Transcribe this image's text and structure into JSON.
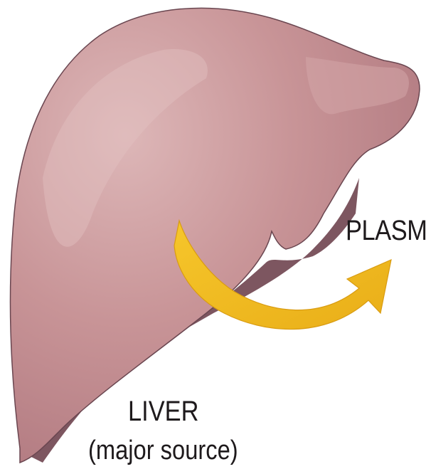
{
  "labels": {
    "plasma": "PLASMA",
    "liver": "LIVER",
    "source": "(major source)"
  },
  "colors": {
    "liver_fill": "#c9959a",
    "liver_highlight": "#ddb7b8",
    "liver_shadow": "#7d5660",
    "liver_outline": "#6a4650",
    "arrow_fill": "#f1bd22",
    "arrow_edge": "#d99c12",
    "text": "#1e1a1c"
  },
  "icons": {
    "organ": "liver-icon",
    "arrow": "curved-arrow-icon"
  }
}
